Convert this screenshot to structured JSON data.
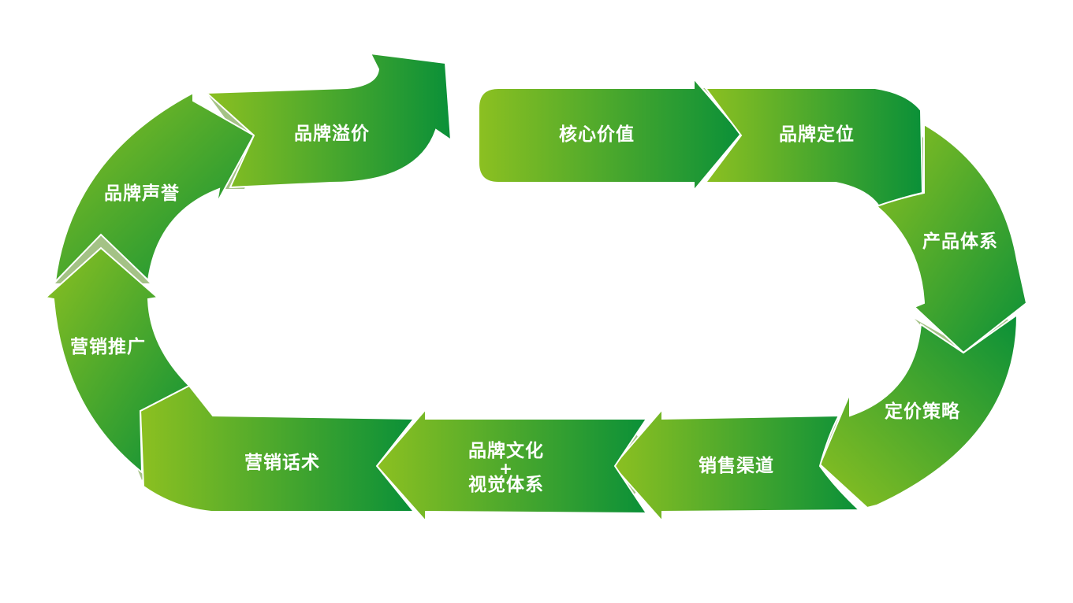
{
  "colors": {
    "light_green": "#8cc021",
    "dark_green": "#0a9038",
    "shadow": "#5a8f23",
    "edge": "#ffffff"
  },
  "cycle": {
    "stages": [
      {
        "id": "core-value",
        "label": "核心价值"
      },
      {
        "id": "brand-positioning",
        "label": "品牌定位"
      },
      {
        "id": "product-system",
        "label": "产品体系"
      },
      {
        "id": "pricing-strategy",
        "label": "定价策略"
      },
      {
        "id": "sales-channels",
        "label": "销售渠道"
      },
      {
        "id": "brand-culture",
        "label_top": "品牌文化",
        "label_mid": "+",
        "label_bottom": "视觉体系"
      },
      {
        "id": "marketing-script",
        "label": "营销话术"
      },
      {
        "id": "marketing-promotion",
        "label": "营销推广"
      },
      {
        "id": "brand-reputation",
        "label": "品牌声誉"
      },
      {
        "id": "brand-premium",
        "label": "品牌溢价"
      }
    ]
  }
}
